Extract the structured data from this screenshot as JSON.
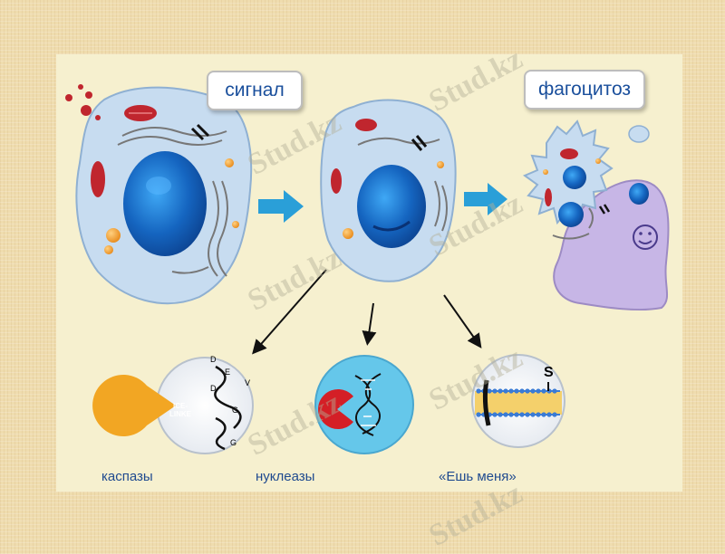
{
  "labels": {
    "signal": "сигнал",
    "phagocytosis": "фагоцитоз"
  },
  "captions": {
    "caspases": "каспазы",
    "nucleases": "нуклеазы",
    "eat_me": "«Ешь меня»"
  },
  "caspase_letters": {
    "enzyme": "ICE-\nLINKE",
    "d1": "D",
    "e": "E",
    "d2": "D",
    "v": "V",
    "g1": "G",
    "g2": "G"
  },
  "membrane_letter": "S",
  "watermark": "Stud.kz",
  "colors": {
    "background": "#efdcae",
    "panel": "#f6f0cf",
    "cell_fill": "#c7dcf0",
    "nucleus": "#1565c0",
    "arrow_blue": "#2a9fd8",
    "caption_blue": "#1f4a8f",
    "mitochondria": "#c0262e",
    "enzyme_orange": "#f2a623",
    "macrophage_purple": "#c7b6e6"
  }
}
